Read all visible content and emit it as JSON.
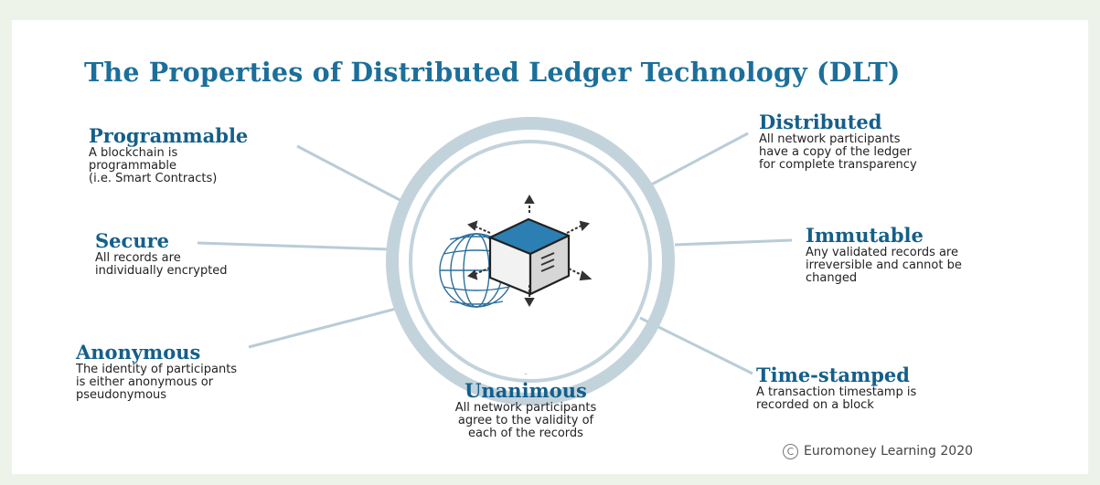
{
  "title": "The Properties of Distributed Ledger Technology (DLT)",
  "properties": {
    "programmable": {
      "heading": "Programmable",
      "desc": "A blockchain is\nprogrammable\n(i.e. Smart Contracts)"
    },
    "secure": {
      "heading": "Secure",
      "desc": "All records are\nindividually encrypted"
    },
    "anonymous": {
      "heading": "Anonymous",
      "desc": "The identity of participants\nis either anonymous or\npseudonymous"
    },
    "unanimous": {
      "heading": "Unanimous",
      "desc": "All network participants\nagree to the validity of\neach of the records"
    },
    "distributed": {
      "heading": "Distributed",
      "desc": "All network participants\nhave a copy of the ledger\nfor complete transparency"
    },
    "immutable": {
      "heading": "Immutable",
      "desc": "Any validated records are\nirreversible and cannot be\nchanged"
    },
    "timestamped": {
      "heading": "Time-stamped",
      "desc": "A transaction timestamp is\nrecorded on a block"
    }
  },
  "credit": "Euromoney Learning 2020",
  "colors": {
    "heading": "#145f8a",
    "ring": "#b9ccd7",
    "cube_top": "#2c7fb3",
    "background": "#eef3ea"
  }
}
